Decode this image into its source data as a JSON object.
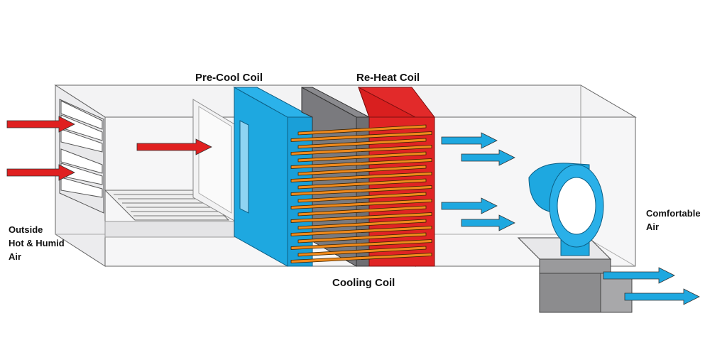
{
  "labels": {
    "pre_cool_coil": "Pre-Cool Coil",
    "re_heat_coil": "Re-Heat Coil",
    "cooling_coil": "Cooling Coil",
    "outside_air": [
      "Outside",
      "Hot & Humid",
      "Air"
    ],
    "comfortable_air": [
      "Comfortable",
      "Air"
    ]
  },
  "colors": {
    "hot_air": "#e02020",
    "cool_air": "#1ea8e0",
    "pre_cool": "#1ea8e0",
    "cooling": "#7a7a7e",
    "re_heat": "#e02424",
    "tubes": "#f08a1c",
    "duct": "#8c8c8c"
  }
}
